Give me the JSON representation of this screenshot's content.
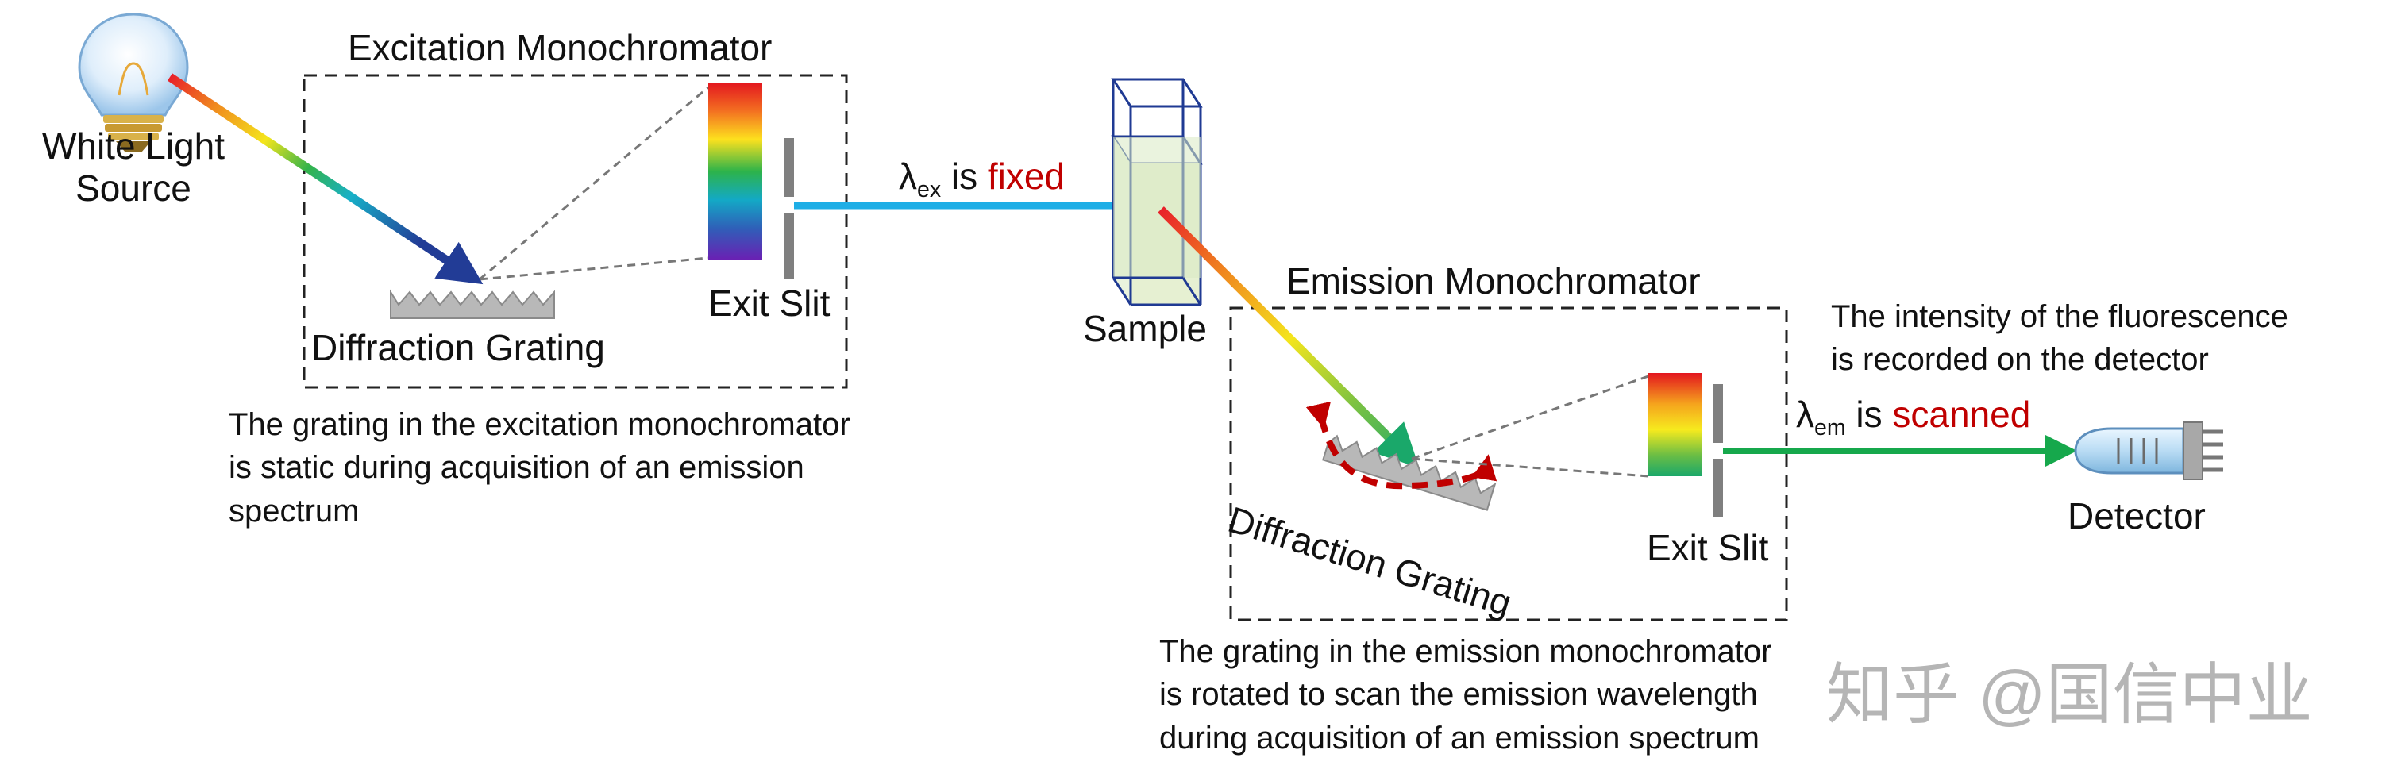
{
  "light_source": {
    "line1": "White Light",
    "line2": "Source"
  },
  "excitation": {
    "title": "Excitation Monochromator",
    "grating_label": "Diffraction Grating",
    "slit_label": "Exit Slit",
    "note_lines": [
      "The grating in the excitation monochromator",
      "is static during acquisition of an emission",
      "spectrum"
    ]
  },
  "lambda_ex": {
    "symbol": "λ",
    "sub": "ex",
    "mid": " is ",
    "emph": "fixed"
  },
  "sample": {
    "label": "Sample"
  },
  "emission": {
    "title": "Emission Monochromator",
    "grating_label": "Diffraction Grating",
    "slit_label": "Exit Slit",
    "note_lines": [
      "The grating in the emission monochromator",
      "is rotated to scan the emission wavelength",
      "during acquisition of an emission spectrum"
    ]
  },
  "lambda_em": {
    "symbol": "λ",
    "sub": "em",
    "mid": " is ",
    "emph": "scanned"
  },
  "detector": {
    "label": "Detector",
    "note_lines": [
      "The intensity of the fluorescence",
      "is recorded on the detector"
    ]
  },
  "watermark": "知乎 @国信中业",
  "colors": {
    "accent_red": "#c00000",
    "beam_blue": "#1eaee6",
    "beam_green": "#16a84c"
  }
}
